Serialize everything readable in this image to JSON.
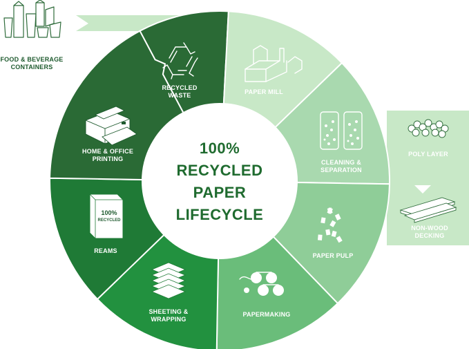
{
  "center": {
    "line1": "100%",
    "line2": "RECYCLED",
    "line3": "PAPER",
    "line4": "LIFECYCLE"
  },
  "stages": {
    "recycled_waste": {
      "line1": "RECYCLED",
      "line2": "WASTE"
    },
    "paper_mill": {
      "line1": "PAPER MILL"
    },
    "cleaning": {
      "line1": "CLEANING &",
      "line2": "SEPARATION"
    },
    "paper_pulp": {
      "line1": "PAPER PULP"
    },
    "papermaking": {
      "line1": "PAPERMAKING"
    },
    "sheeting": {
      "line1": "SHEETING &",
      "line2": "WRAPPING"
    },
    "reams": {
      "line1": "REAMS"
    },
    "printing": {
      "line1": "HOME & OFFICE",
      "line2": "PRINTING"
    }
  },
  "side_inputs": {
    "food_containers": {
      "line1": "FOOD & BEVERAGE",
      "line2": "CONTAINERS"
    },
    "poly_layer": {
      "line1": "POLY LAYER"
    },
    "decking": {
      "line1": "NON-WOOD",
      "line2": "DECKING"
    }
  },
  "ream_icon": {
    "line1": "100%",
    "line2": "RECYCLED"
  },
  "colors": {
    "darkest": "#2a6a35",
    "dark": "#1f7a36",
    "mid_dark": "#22913f",
    "mid": "#39a752",
    "mid_light": "#6abd7a",
    "light": "#8fcd98",
    "lighter": "#a9d9af",
    "lightest": "#c8e8c7",
    "center_text": "#1f6b2f"
  }
}
